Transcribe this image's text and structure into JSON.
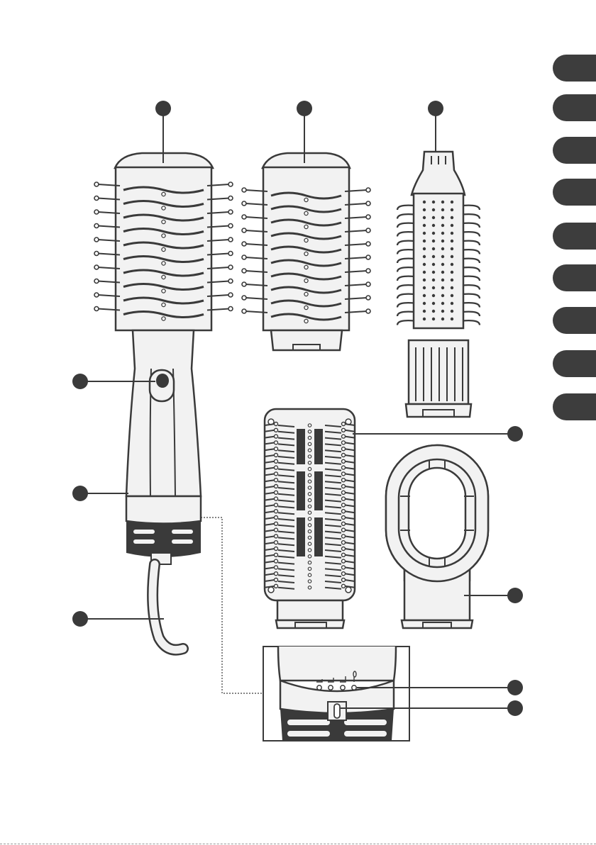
{
  "figure": {
    "type": "product-parts-diagram",
    "stroke_color": "#3a3a3a",
    "fill_color": "#f2f2f2",
    "marker_color": "#3a3a3a",
    "callout_marker_count": 10,
    "control_panel_symbols": [
      "heat-low-icon",
      "heat-medium-icon",
      "heat-high-icon",
      "cool-drop-icon"
    ]
  },
  "side_index": {
    "tab_color": "#3d3d3d",
    "tab_count": 9
  }
}
